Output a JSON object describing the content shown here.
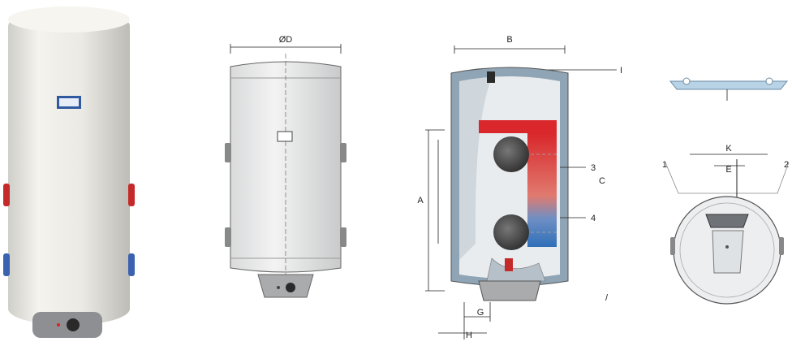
{
  "panels": {
    "photo": {},
    "front_view": {
      "dimension_label": "ØD"
    },
    "cross_section": {
      "labels": {
        "width": "B",
        "top_right": "I",
        "left_height": "A",
        "inlet_upper": "3",
        "inlet_lower": "4",
        "right_mid": "C",
        "bottom_g": "G",
        "bottom_h": "H",
        "bottom_right": "/"
      },
      "colors": {
        "hot": "#d9272b",
        "cold": "#2f6fb8",
        "insulation": "#8fa4b4",
        "coil": "#4a4a4a"
      }
    },
    "top_and_bottom_views": {
      "labels": {
        "k": "K",
        "e": "E",
        "left": "1",
        "right": "2"
      }
    }
  }
}
